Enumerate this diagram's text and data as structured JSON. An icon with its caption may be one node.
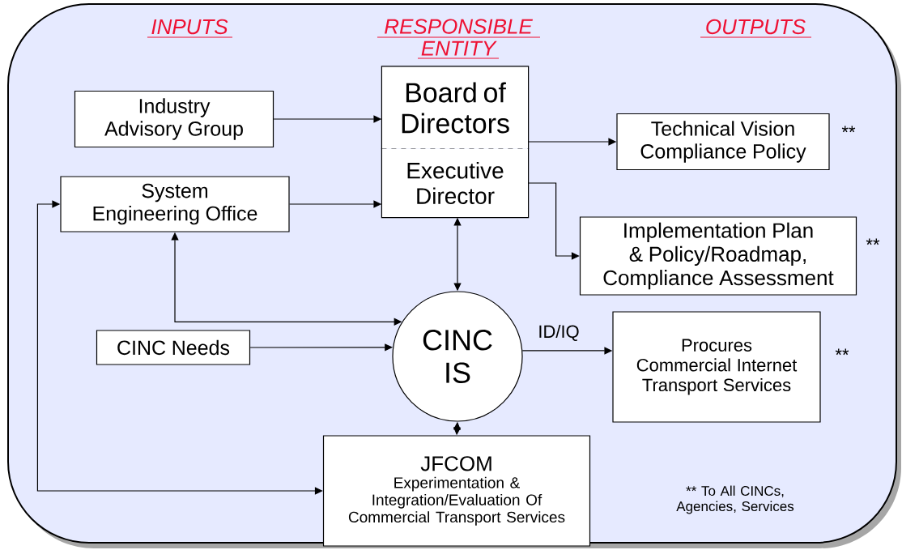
{
  "diagram": {
    "nodes": [
      {
        "text": [
          "Industry Advisory Group"
        ]
      },
      {
        "text": [
          "Board of Directors"
        ]
      },
      {
        "text": [
          "System Engineering Office"
        ]
      },
      {
        "text": [
          "Executive Director"
        ]
      },
      {
        "text": [
          "Technical Vision Compliance Policy"
        ],
        "beside": [
          "**"
        ]
      },
      {
        "text": [
          "Implementation Plan & Policy/Roadmap, Compliance Assessment"
        ],
        "beside": [
          "**"
        ]
      },
      {
        "text": [
          "CINC Needs"
        ]
      },
      {
        "text": [
          "CINC IS"
        ]
      },
      {
        "text": [
          "Procures Commercial Internet Transport Services"
        ],
        "beside": [
          "**"
        ]
      },
      {
        "text": [
          "JFCOM",
          "Experimentation & Integration/Evaluation Of Commercial Transport Services"
        ]
      }
    ],
    "edges": [
      {
        "from": 0,
        "to": 1,
        "arrow": "to"
      },
      {
        "from": 2,
        "to": 3,
        "arrow": "to"
      },
      {
        "from": 1,
        "to": 4,
        "arrow": "to"
      },
      {
        "from": 3,
        "to": 5,
        "arrow": "to"
      },
      {
        "from": 3,
        "to": 7,
        "arrow": "both"
      },
      {
        "from": 2,
        "to": 7,
        "arrow": "both"
      },
      {
        "from": 6,
        "to": 7,
        "arrow": "to"
      },
      {
        "from": 7,
        "to": 8,
        "arrow": "to",
        "label": "ID/IQ"
      },
      {
        "from": 7,
        "to": 9,
        "arrow": "both"
      },
      {
        "from": 2,
        "to": 9,
        "arrow": "both"
      }
    ],
    "labels": [
      "INPUTS",
      "RESPONSIBLE ENTITY",
      "OUTPUTS",
      "** To All CINCs, Agencies, Services"
    ]
  }
}
